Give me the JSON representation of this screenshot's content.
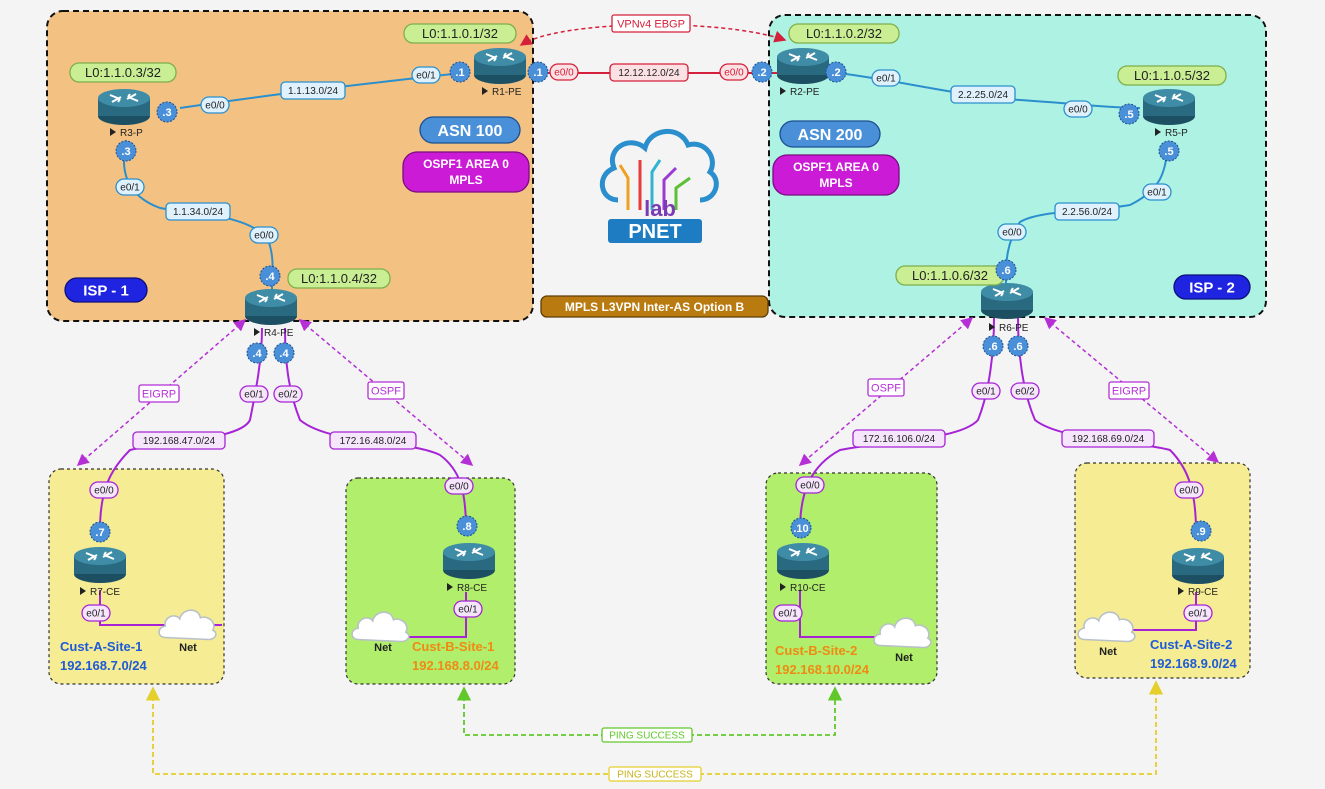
{
  "zones": {
    "isp1": {
      "label": "ISP - 1",
      "fill": "#f3c283",
      "badge_color": "#1f24e0"
    },
    "isp2": {
      "label": "ISP - 2",
      "fill": "#aef2e3",
      "badge_color": "#1f24e0"
    }
  },
  "asn": {
    "isp1": "ASN 100",
    "isp2": "ASN 200",
    "color": "#4a90d9"
  },
  "ospf": {
    "isp1": [
      "OSPF1 AREA 0",
      "MPLS"
    ],
    "isp2": [
      "OSPF1 AREA 0",
      "MPLS"
    ],
    "color": "#cc1bd6"
  },
  "title": "MPLS L3VPN Inter-AS Option B",
  "logo": {
    "word1": "lab",
    "word2": "PNET"
  },
  "bgp_label": "VPNv4 EBGP",
  "loopbacks": {
    "r1": "L0:1.1.0.1/32",
    "r2": "L0:1.1.0.2/32",
    "r3": "L0:1.1.0.3/32",
    "r4": "L0:1.1.0.4/32",
    "r5": "L0:1.1.0.5/32",
    "r6": "L0:1.1.0.6/32"
  },
  "routers": {
    "r1": "R1-PE",
    "r2": "R2-PE",
    "r3": "R3-P",
    "r4": "R4-PE",
    "r5": "R5-P",
    "r6": "R6-PE",
    "r7": "R7-CE",
    "r8": "R8-CE",
    "r9": "R9-CE",
    "r10": "R10-CE"
  },
  "subnets": {
    "r1r3": "1.1.13.0/24",
    "r3r4": "1.1.34.0/24",
    "r1r2": "12.12.12.0/24",
    "r2r5": "2.2.25.0/24",
    "r5r6": "2.2.56.0/24",
    "r4r7": "192.168.47.0/24",
    "r4r8": "172.16.48.0/24",
    "r6r10": "172.16.106.0/24",
    "r6r9": "192.168.69.0/24"
  },
  "interfaces": {
    "e00": "e0/0",
    "e01": "e0/1",
    "e02": "e0/2"
  },
  "host_ids": {
    "h1": ".1",
    "h2": ".2",
    "h3": ".3",
    "h4": ".4",
    "h5": ".5",
    "h6": ".6",
    "h7": ".7",
    "h8": ".8",
    "h9": ".9",
    "h10": ".10"
  },
  "protocols": {
    "eigrp": "EIGRP",
    "ospf": "OSPF"
  },
  "customers": {
    "a1": {
      "name": "Cust-A-Site-1",
      "subnet": "192.168.7.0/24",
      "fill": "#f5ec93",
      "text_color": "#1e5bd8"
    },
    "b1": {
      "name": "Cust-B-Site-1",
      "subnet": "192.168.8.0/24",
      "fill": "#b0ee6c",
      "text_color": "#f08a12"
    },
    "b2": {
      "name": "Cust-B-Site-2",
      "subnet": "192.168.10.0/24",
      "fill": "#b0ee6c",
      "text_color": "#f08a12"
    },
    "a2": {
      "name": "Cust-A-Site-2",
      "subnet": "192.168.9.0/24",
      "fill": "#f5ec93",
      "text_color": "#1e5bd8"
    }
  },
  "net_label": "Net",
  "ping": {
    "label": "PING SUCCESS",
    "green": "#62c72a",
    "yellow": "#e4cf2c"
  },
  "colors": {
    "core_link": "#2b8fce",
    "ebgp_link": "#d4203a",
    "cust_link": "#a624d6",
    "loopback_fill": "#c9ee93"
  }
}
